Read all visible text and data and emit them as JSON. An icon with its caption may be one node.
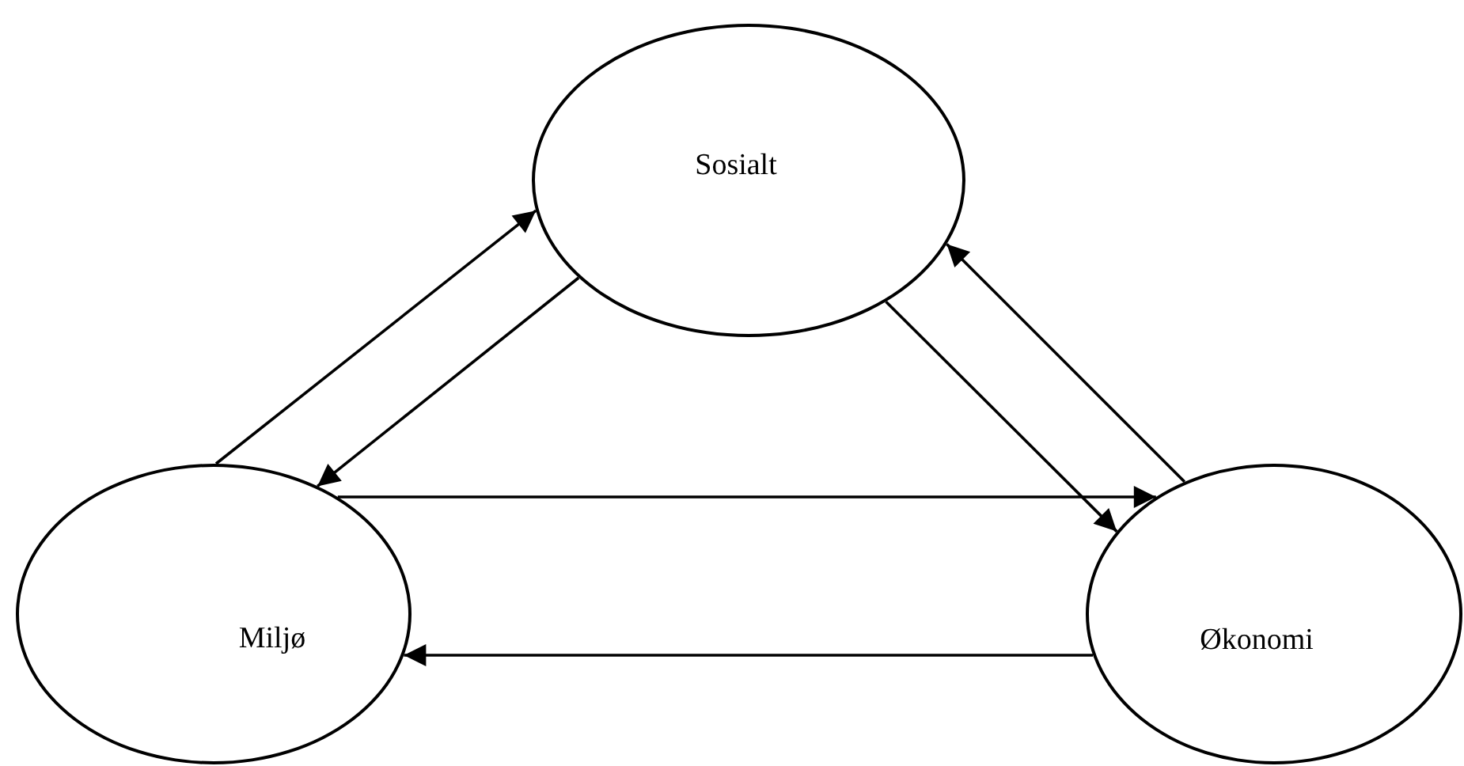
{
  "diagram": {
    "nodes": [
      {
        "text": [
          "Sosialt"
        ]
      },
      {
        "text": [
          "Miljø"
        ]
      },
      {
        "text": [
          "Økonomi"
        ]
      }
    ],
    "edges": [
      {
        "from": 1,
        "to": 0,
        "arrow": "to"
      },
      {
        "from": 0,
        "to": 1,
        "arrow": "to"
      },
      {
        "from": 0,
        "to": 2,
        "arrow": "to"
      },
      {
        "from": 2,
        "to": 0,
        "arrow": "to"
      },
      {
        "from": 1,
        "to": 2,
        "arrow": "to"
      },
      {
        "from": 2,
        "to": 1,
        "arrow": "to"
      }
    ]
  }
}
